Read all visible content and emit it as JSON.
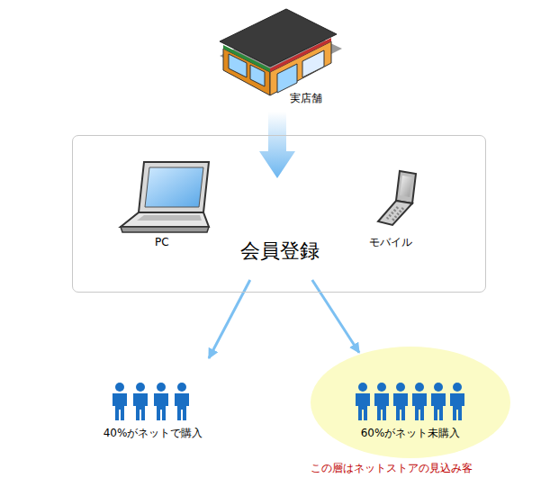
{
  "diagram": {
    "nodes": [
      {
        "text": [
          "実店舗"
        ]
      },
      {
        "text": [
          "会員登録"
        ]
      },
      {
        "text": [
          "40%がネットで購入"
        ]
      },
      {
        "text": [
          "60%がネット未購入"
        ]
      }
    ],
    "edges": [
      {
        "from": 0,
        "to": 1,
        "arrow": "to"
      },
      {
        "from": 1,
        "to": 2,
        "arrow": "to"
      },
      {
        "from": 1,
        "to": 3,
        "arrow": "to"
      }
    ],
    "labels": [
      "PC",
      "モバイル",
      "この層はネットストアの見込み客"
    ]
  }
}
